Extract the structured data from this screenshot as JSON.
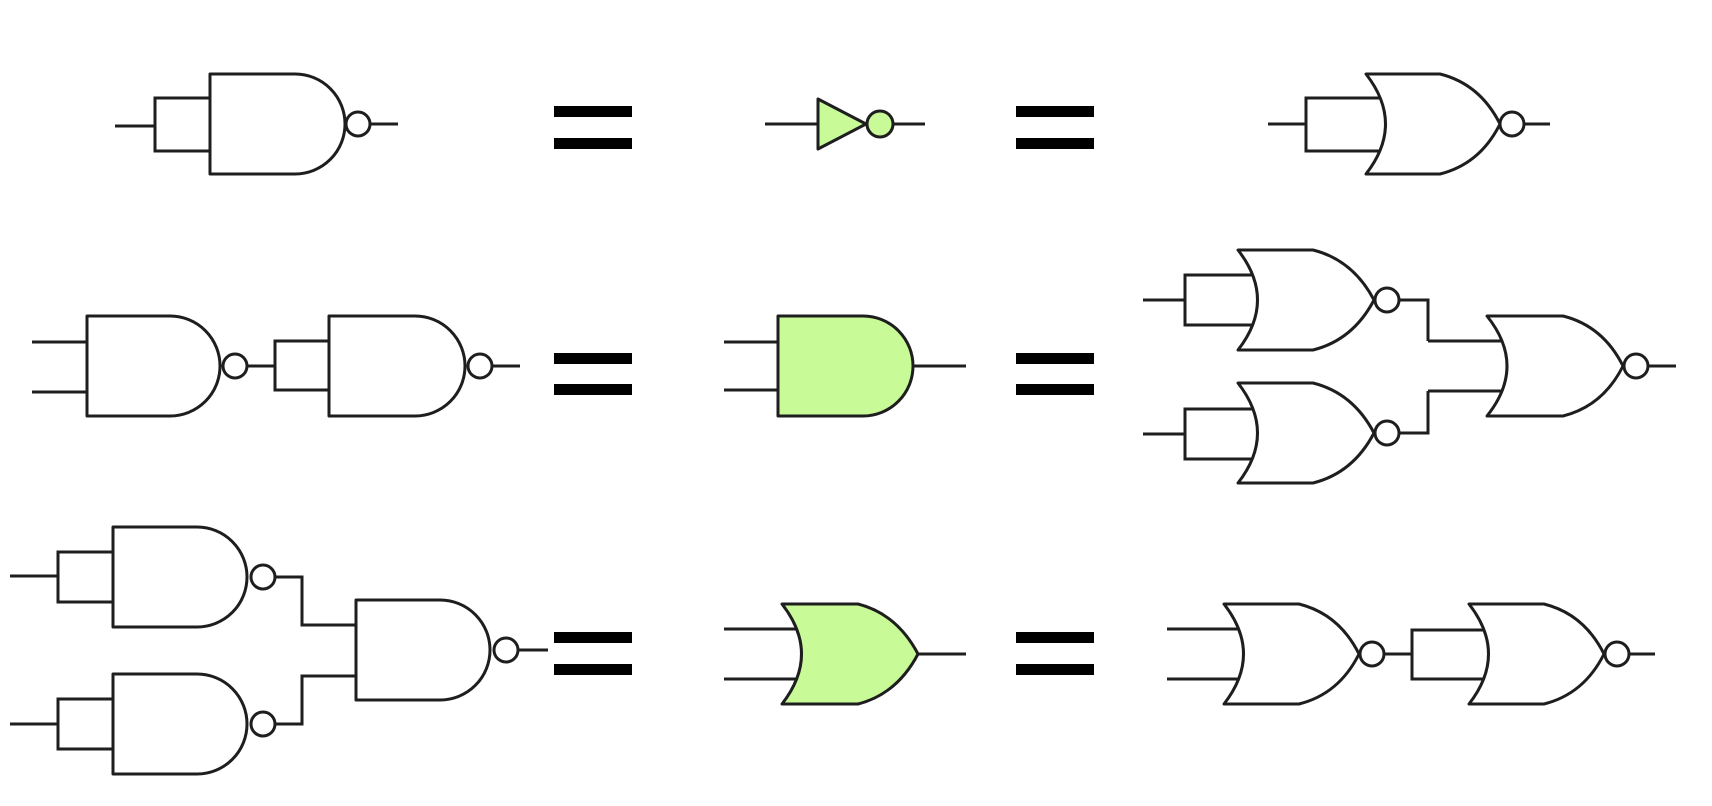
{
  "diagram": {
    "title": "",
    "colors": {
      "line": "#1e1e1e",
      "gate_fill": "#ffffff",
      "highlight_fill": "#c8fb98",
      "equals_sign": "#000000"
    },
    "rows": [
      {
        "row": "not",
        "highlighted_gate": "not-gate",
        "left_equivalent": "nand-gate-inputs-tied",
        "right_equivalent": "nor-gate-inputs-tied"
      },
      {
        "row": "and",
        "highlighted_gate": "and-gate",
        "left_equivalent": "nand-gate-followed-by-nand-inverter",
        "right_equivalent": "nor-inverters-feeding-nor-gate"
      },
      {
        "row": "or",
        "highlighted_gate": "or-gate",
        "left_equivalent": "nand-inverters-feeding-nand-gate",
        "right_equivalent": "nor-gate-followed-by-nor-inverter"
      }
    ]
  }
}
